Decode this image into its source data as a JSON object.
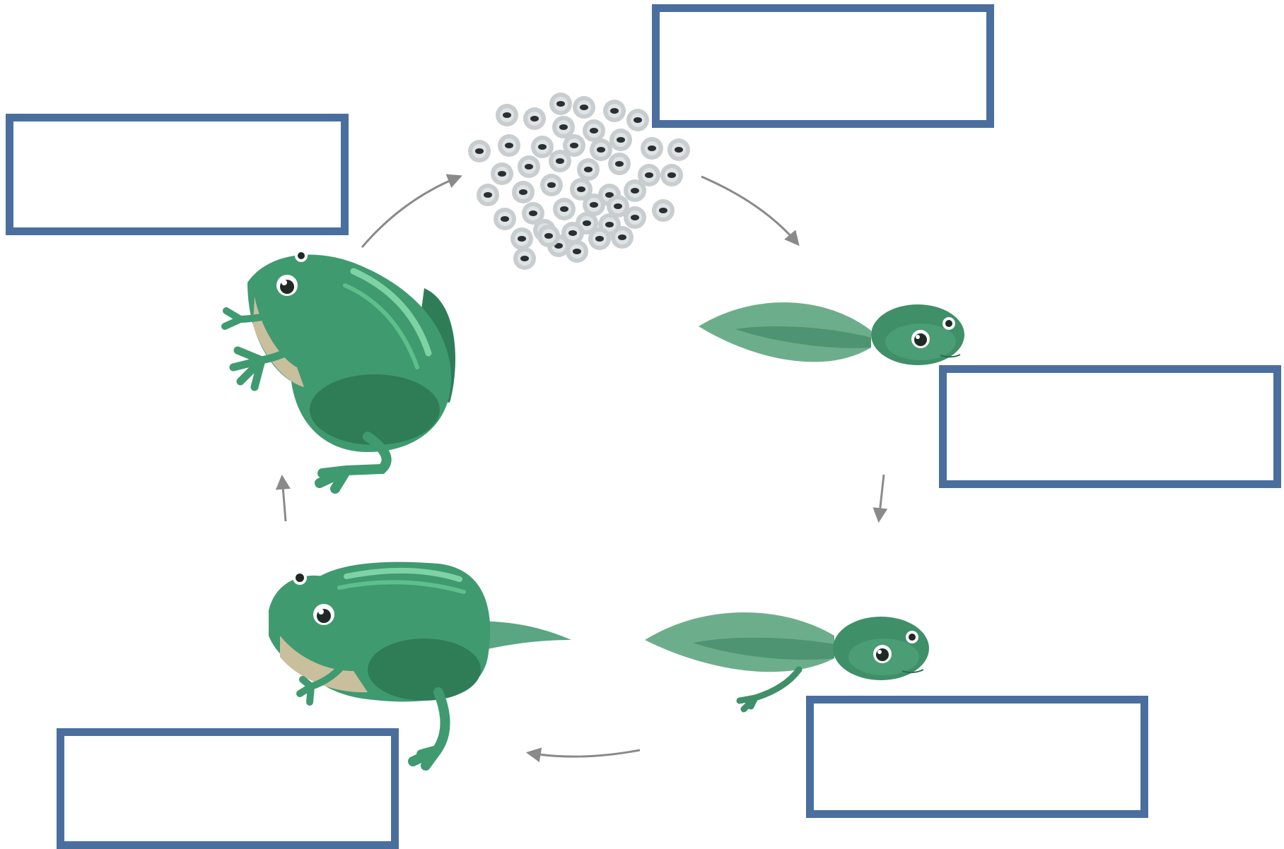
{
  "diagram": {
    "stages": [
      {
        "id": "eggs",
        "icon": "frog-spawn-icon"
      },
      {
        "id": "tadpole",
        "icon": "tadpole-icon"
      },
      {
        "id": "tadpole-with-legs",
        "icon": "tadpole-with-legs-icon"
      },
      {
        "id": "froglet",
        "icon": "froglet-icon"
      },
      {
        "id": "adult-frog",
        "icon": "adult-frog-icon"
      }
    ],
    "label_boxes": {
      "eggs": "",
      "tadpole": "",
      "tadpole_with_legs": "",
      "froglet": "",
      "adult_frog": ""
    },
    "colors": {
      "box_border": "#4a6f9f",
      "frog_body": "#3f9a70",
      "frog_dark": "#2e7d57",
      "frog_stripe": "#7fd2a4",
      "frog_belly": "#c9bf9d",
      "egg_outer": "#c8cdd0",
      "egg_inner": "#2a2f31",
      "arrow": "#8a8a8a"
    }
  }
}
